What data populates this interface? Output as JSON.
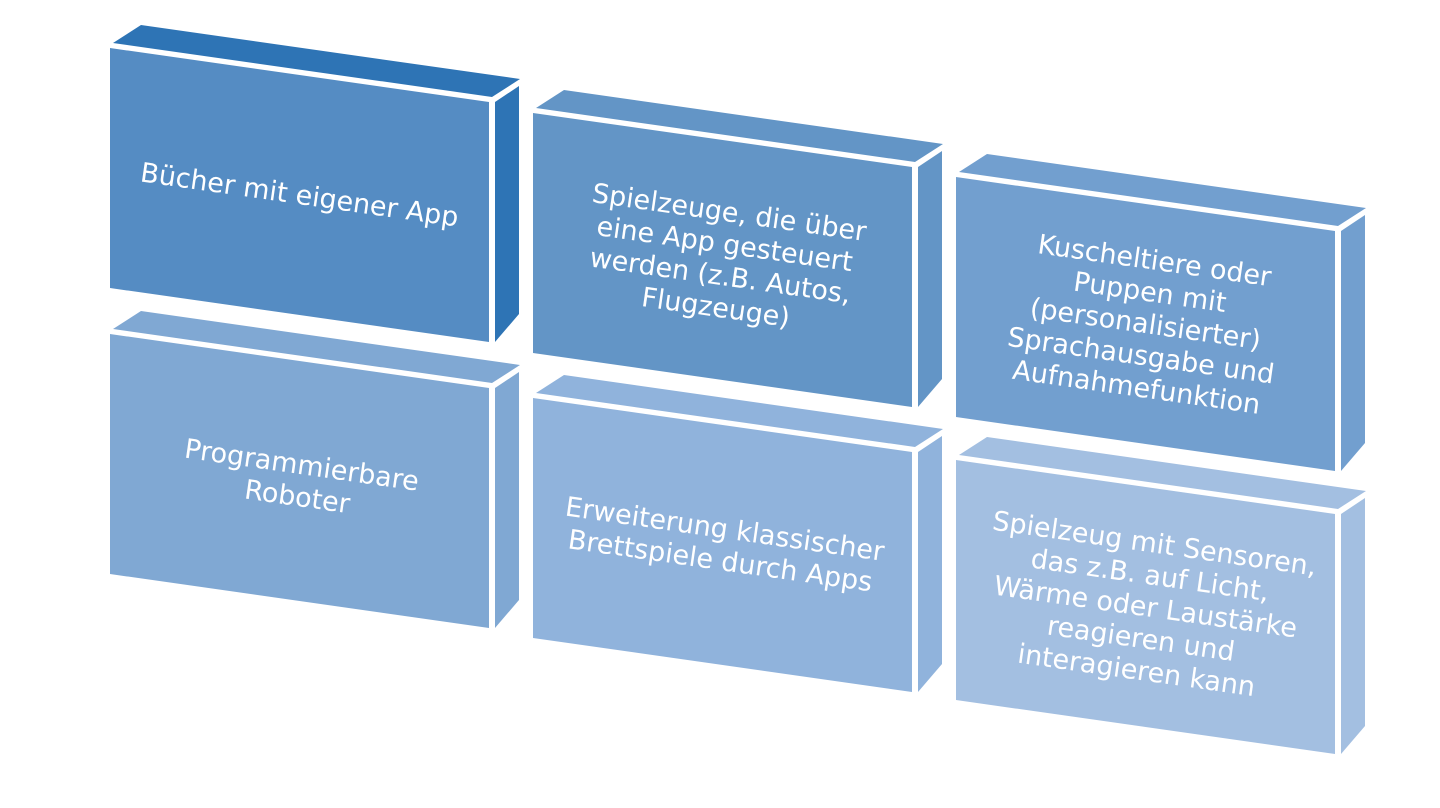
{
  "diagram": {
    "title": "",
    "blocks": [
      {
        "id": "buecher-app",
        "lines": [
          "Bücher mit eigener App"
        ],
        "color_front": "#558CC3",
        "color_side": "#2E74B5"
      },
      {
        "id": "spielzeuge-app-gesteuert",
        "lines": [
          "Spielzeuge, die über",
          "eine App gesteuert",
          "werden (z.B. Autos,",
          "Flugzeuge)"
        ],
        "color_front": "#6395C6",
        "color_side": "#6395C6"
      },
      {
        "id": "kuscheltiere-puppen",
        "lines": [
          "Kuscheltiere oder",
          "Puppen mit",
          "(personalisierter)",
          "Sprachausgabe und",
          "Aufnahmefunktion"
        ],
        "color_front": "#729FCF",
        "color_side": "#729FCF"
      },
      {
        "id": "programmierbare-roboter",
        "lines": [
          "Programmierbare",
          "Roboter"
        ],
        "color_front": "#80A8D3",
        "color_side": "#80A8D3"
      },
      {
        "id": "brettspiele-apps",
        "lines": [
          "Erweiterung klassischer",
          "Brettspiele durch Apps"
        ],
        "color_front": "#90B3DC",
        "color_side": "#90B3DC"
      },
      {
        "id": "spielzeug-sensoren",
        "lines": [
          "Spielzeug mit Sensoren,",
          "das z.B. auf Licht,",
          "Wärme oder Laustärke",
          "reagieren und",
          "interagieren kann"
        ],
        "color_front": "#A3BFE1",
        "color_side": "#A3BFE1"
      }
    ]
  }
}
